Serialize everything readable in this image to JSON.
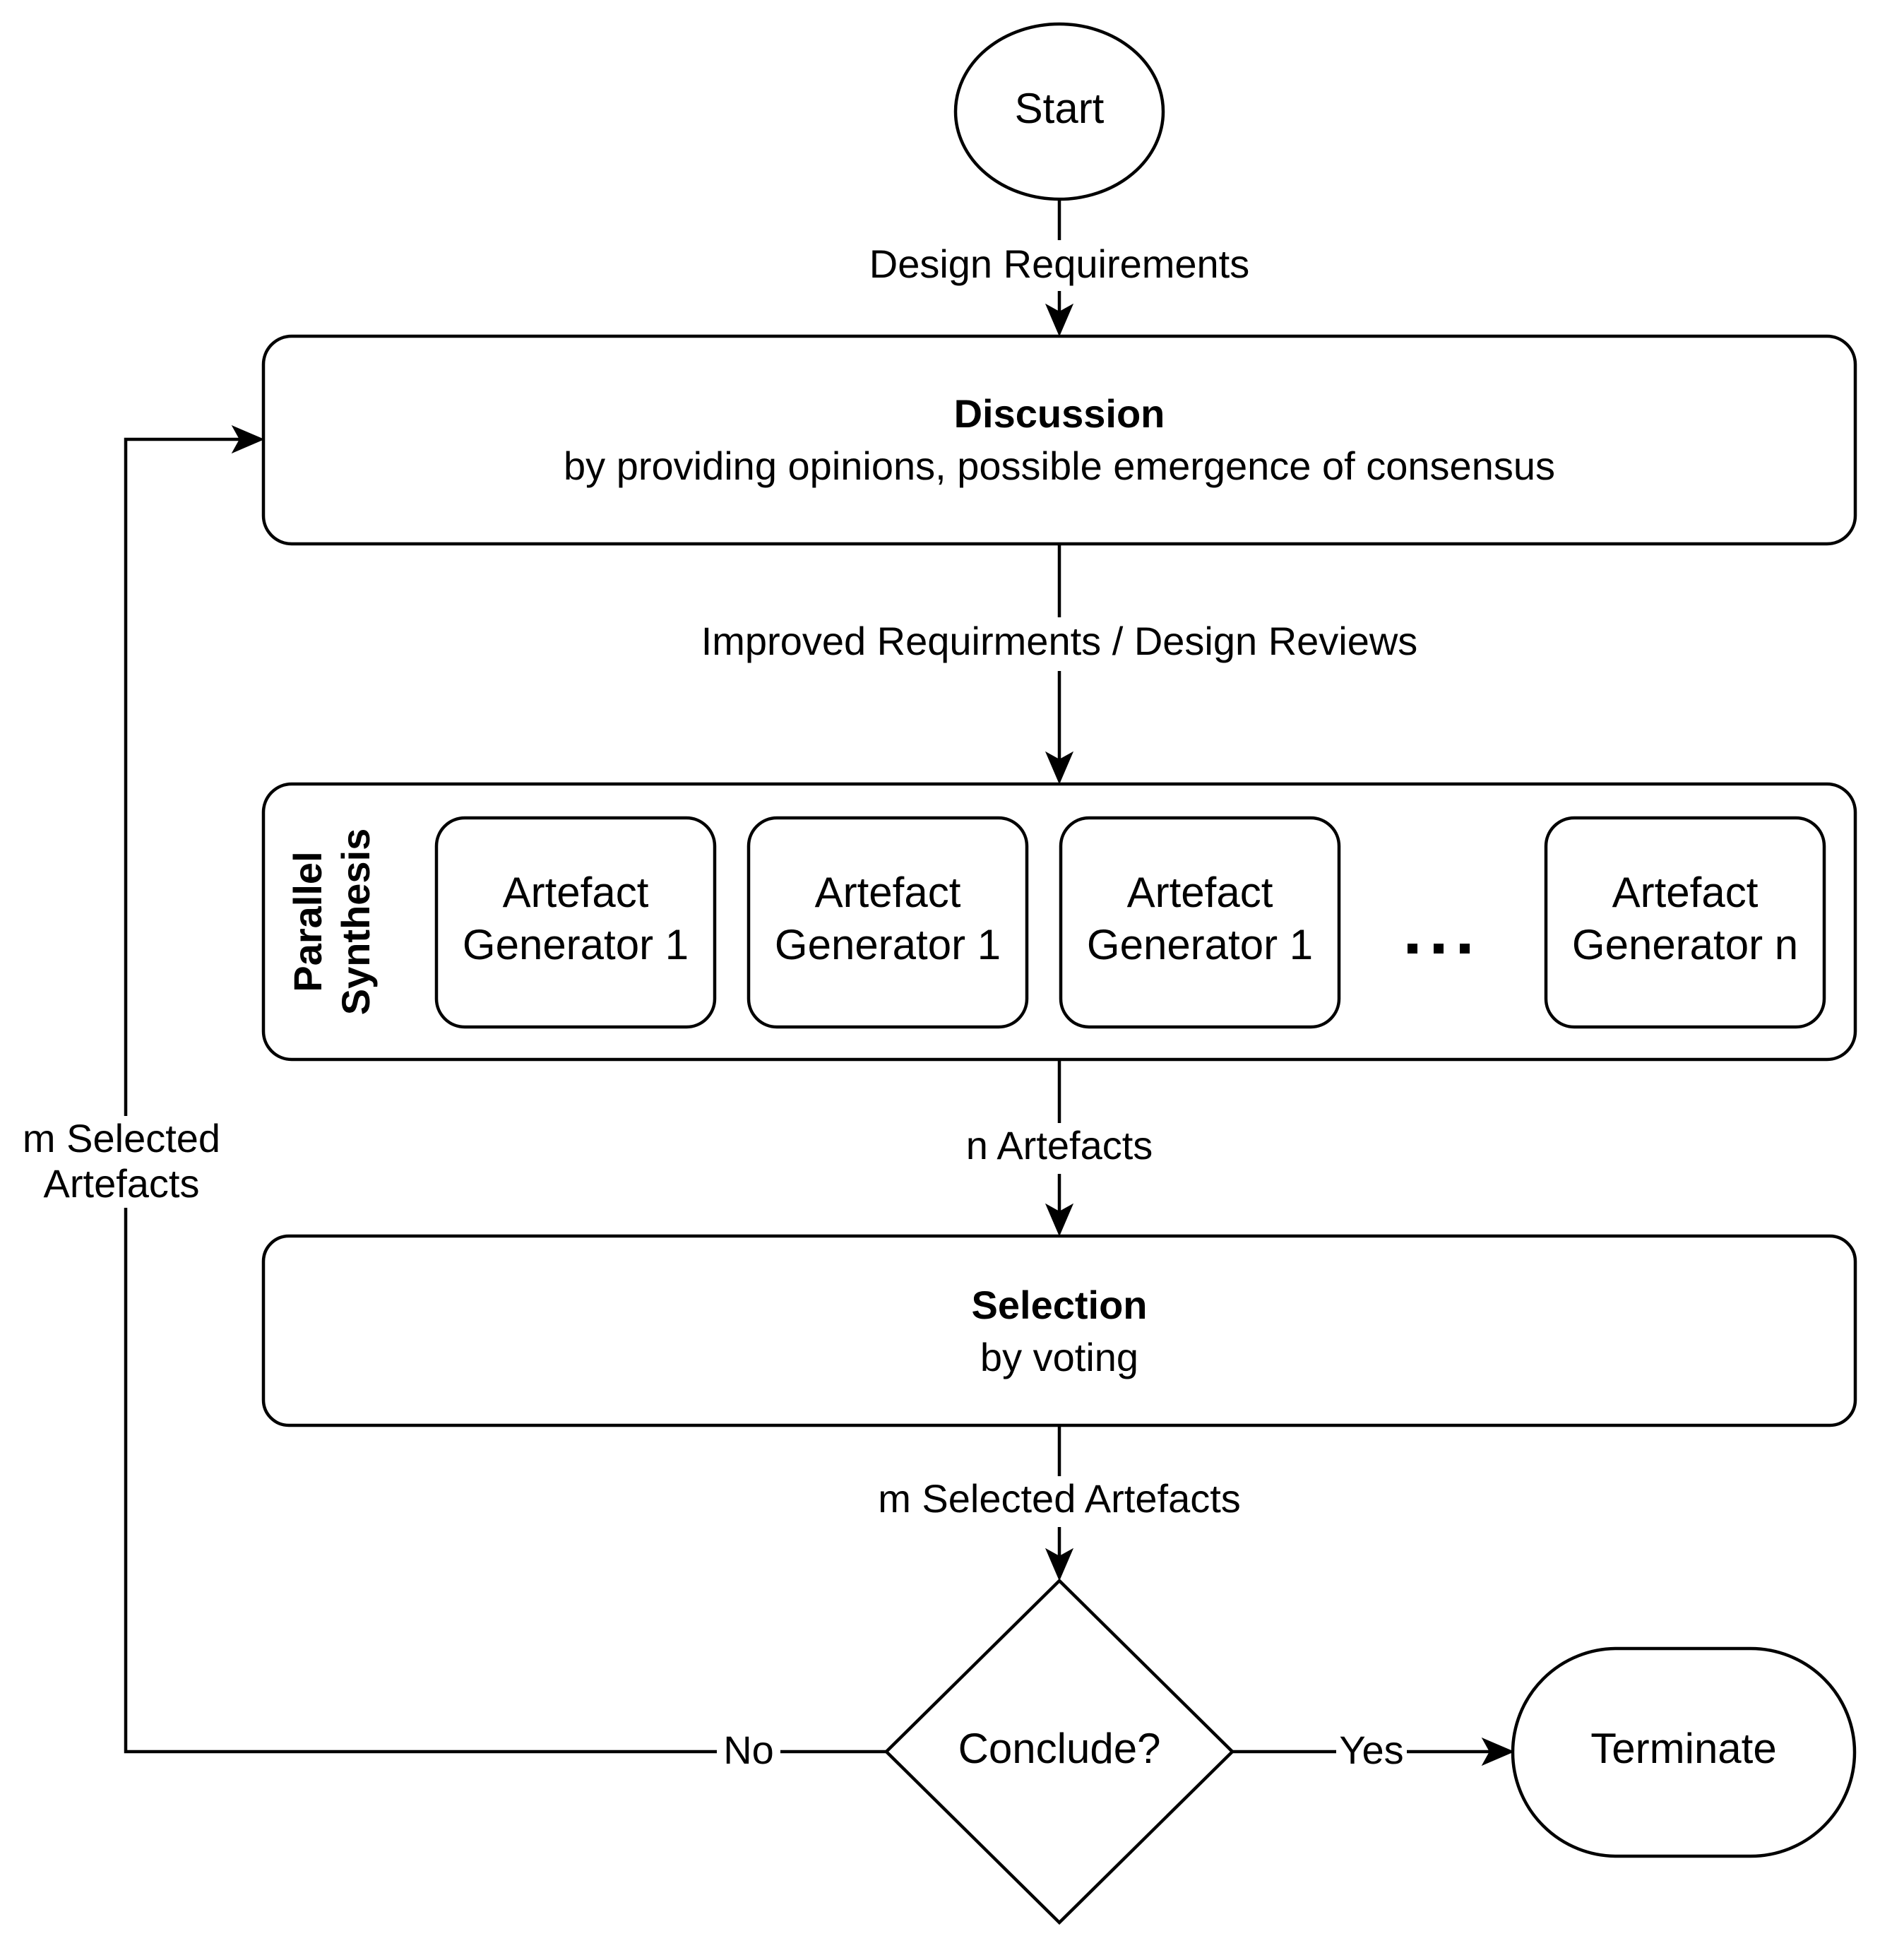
{
  "nodes": {
    "start": "Start",
    "discussion": {
      "title": "Discussion",
      "subtitle": "by providing opinions, possible emergence of consensus"
    },
    "synthesis": {
      "title_line1": "Parallel",
      "title_line2": "Synthesis",
      "generators": [
        {
          "line1": "Artefact",
          "line2": "Generator 1"
        },
        {
          "line1": "Artefact",
          "line2": "Generator 1"
        },
        {
          "line1": "Artefact",
          "line2": "Generator 1"
        },
        {
          "line1": "Artefact",
          "line2": "Generator n"
        }
      ],
      "ellipsis": "..."
    },
    "selection": {
      "title": "Selection",
      "subtitle": "by voting"
    },
    "decision": "Conclude?",
    "terminate": "Terminate"
  },
  "edges": {
    "start_to_discussion": "Design Requirements",
    "discussion_to_synthesis": "Improved Requirments / Design Reviews",
    "synthesis_to_selection": "n Artefacts",
    "selection_to_decision": "m Selected Artefacts",
    "decision_no": "No",
    "decision_yes": "Yes",
    "loop_line1": "m Selected",
    "loop_line2": "Artefacts"
  }
}
